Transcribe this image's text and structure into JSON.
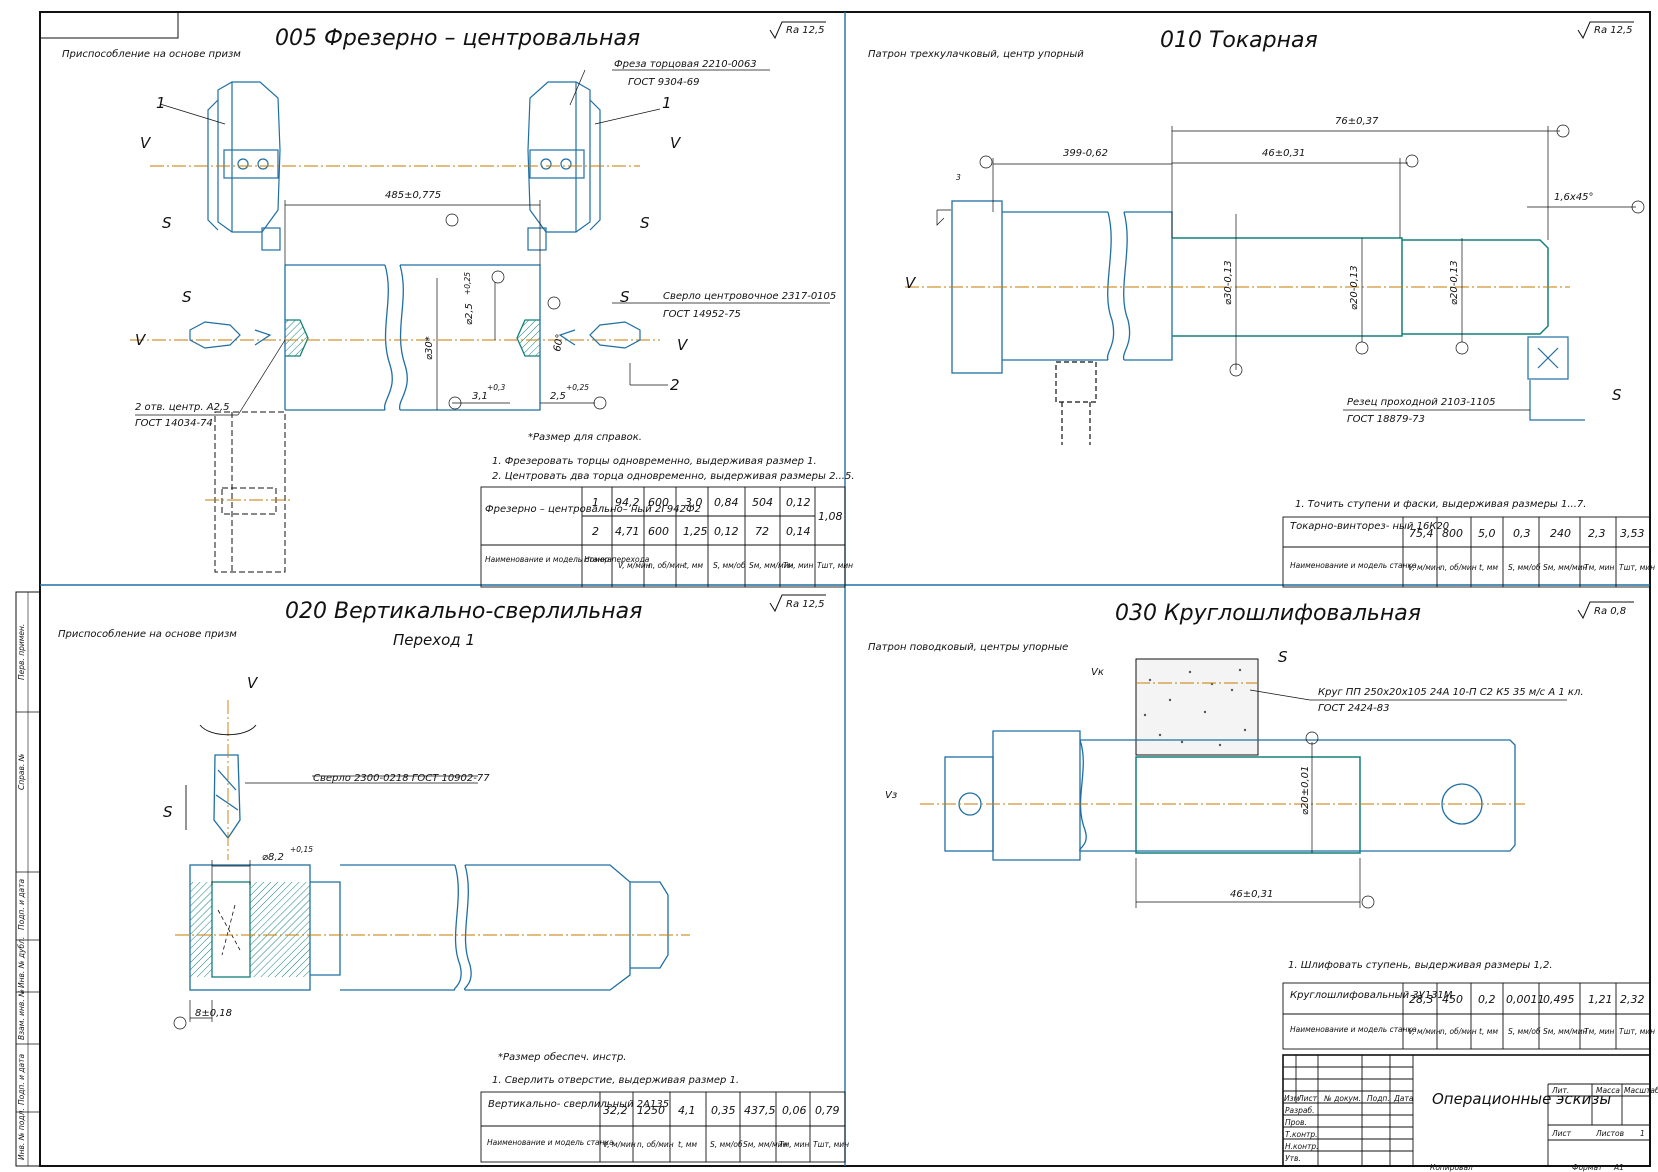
{
  "drawing": {
    "title": "Операционные эскизы",
    "developer_label": "Копировал",
    "format_label": "Формат",
    "format_value": "A1",
    "stamp_rows": [
      "Изм",
      "Лист",
      "№ докум.",
      "Подп.",
      "Дата"
    ],
    "stamp_roles": [
      "Разраб.",
      "Пров.",
      "Т.контр.",
      "Н.контр.",
      "Утв."
    ],
    "stamp_headers": [
      "Лит.",
      "Масса",
      "Масштаб"
    ],
    "sheet_label": "Лист",
    "sheets_label": "Листов",
    "sheets_value": "1",
    "margin_labels": [
      "Перв. примен.",
      "Справ. №",
      "Подп. и дата",
      "Инв. № дубл.",
      "Взам. инв. №",
      "Подп. и дата",
      "Инв. № подл."
    ]
  },
  "op005": {
    "title": "005 Фрезерно – центровальная",
    "fixture": "Приспособление на основе призм",
    "roughness": "Ra 12,5",
    "tool1": "Фреза торцовая 2210-0063",
    "tool1_std": "ГОСТ 9304-69",
    "tool2": "Сверло центровочное 2317-0105",
    "tool2_std": "ГОСТ 14952-75",
    "holes": "2 отв. центр. А2,5",
    "holes_std": "ГОСТ 14034-74",
    "dim_length": "485±0,775",
    "dim_dia": "⌀30*",
    "dim_cdia": "⌀2,5",
    "dim_cdia_tol": "+0,25",
    "dim_angle": "60°",
    "dim_depth": "3,1",
    "dim_depth_tol": "+0,3",
    "dim_width": "2,5",
    "dim_width_tol": "+0,25",
    "labels": [
      "V",
      "S",
      "V",
      "S",
      "S",
      "S",
      "V",
      "V",
      "1",
      "1",
      "2"
    ],
    "note_ref": "*Размер для справок.",
    "steps": [
      "1. Фрезеровать торцы одновременно, выдерживая размер 1.",
      "2. Центровать два торца одновременно, выдерживая размеры 2...5."
    ],
    "machine": "Фрезерно – центровально– ный 2Г942Ф2",
    "rows": [
      [
        "1",
        "94,2",
        "600",
        "3,0",
        "0,84",
        "504",
        "0,12"
      ],
      [
        "2",
        "4,71",
        "600",
        "1,25",
        "0,12",
        "72",
        "0,14"
      ]
    ],
    "t_sht": "1,08",
    "headers": [
      "Наименование и модель станка",
      "Номер перехода",
      "V, м/мин",
      "n, об/мин",
      "t, мм",
      "S, мм/об",
      "Sм, мм/мин",
      "Тм, мин",
      "Тшт, мин"
    ]
  },
  "op010": {
    "title": "010 Токарная",
    "fixture": "Патрон трехкулачковый, центр упорный",
    "roughness": "Ra 12,5",
    "dim_76": "76±0,37",
    "dim_399": "399-0,62",
    "dim_46": "46±0,31",
    "dim_chamfer": "1,6х45°",
    "dim_d30": "⌀30-0,13",
    "dim_d20a": "⌀20-0,13",
    "dim_d20b": "⌀20-0,13",
    "tool": "Резец проходной 2103-1105",
    "tool_std": "ГОСТ 18879-73",
    "labels": [
      "V",
      "S",
      "3"
    ],
    "step": "1. Точить ступени и фаски, выдерживая размеры 1...7.",
    "machine": "Токарно-винторез- ный 16К20",
    "row": [
      "75,4",
      "800",
      "5,0",
      "0,3",
      "240",
      "2,3",
      "3,53"
    ],
    "headers": [
      "Наименование и модель станка",
      "V, м/мин",
      "n, об/мин",
      "t, мм",
      "S, мм/об",
      "Sм, мм/мин",
      "Тм, мин",
      "Тшт, мин"
    ]
  },
  "op020": {
    "title": "020 Вертикально-сверлильная",
    "subtitle": "Переход 1",
    "fixture": "Приспособление на основе призм",
    "roughness": "Ra 12,5",
    "tool": "Сверло 2300-0218 ГОСТ 10902-77",
    "dim_dia": "⌀8,2",
    "dim_dia_tol": "+0,15",
    "dim_len": "8±0,18",
    "labels": [
      "V",
      "S"
    ],
    "note": "*Размер обеспеч. инстр.",
    "step": "1. Сверлить отверстие, выдерживая размер 1.",
    "machine": "Вертикально- сверлильный 2А135",
    "row": [
      "32,2",
      "1250",
      "4,1",
      "0,35",
      "437,5",
      "0,06",
      "0,79"
    ],
    "headers": [
      "Наименование и модель станка",
      "V, м/мин",
      "n, об/мин",
      "t, мм",
      "S, мм/об",
      "Sм, мм/мин",
      "Тм, мин",
      "Тшт, мин"
    ]
  },
  "op030": {
    "title": "030 Круглошлифовальная",
    "fixture": "Патрон поводковый, центры упорные",
    "roughness": "Ra 0,8",
    "tool": "Круг ПП 250х20х105 24А 10-П С2 К5 35 м/с А 1 кл.",
    "tool_std": "ГОСТ 2424-83",
    "dim_dia": "⌀20±0,01",
    "dim_len": "46±0,31",
    "labels": [
      "Vк",
      "S",
      "Vз"
    ],
    "step": "1. Шлифовать ступень, выдерживая размеры 1,2.",
    "machine": "Круглошлифовальный 3У131М",
    "row": [
      "28,3",
      "450",
      "0,2",
      "0,0011",
      "0,495",
      "1,21",
      "2,32"
    ],
    "headers": [
      "Наименование и модель станка",
      "V, м/мин",
      "n, об/мин",
      "t, мм",
      "S, мм/об",
      "Sм, мм/мин",
      "Тм, мин",
      "Тшт, мин"
    ]
  },
  "colors": {
    "outline": "#1f6fa3",
    "axis": "#c87a00",
    "part": "#12807a",
    "frame": "#111111"
  }
}
